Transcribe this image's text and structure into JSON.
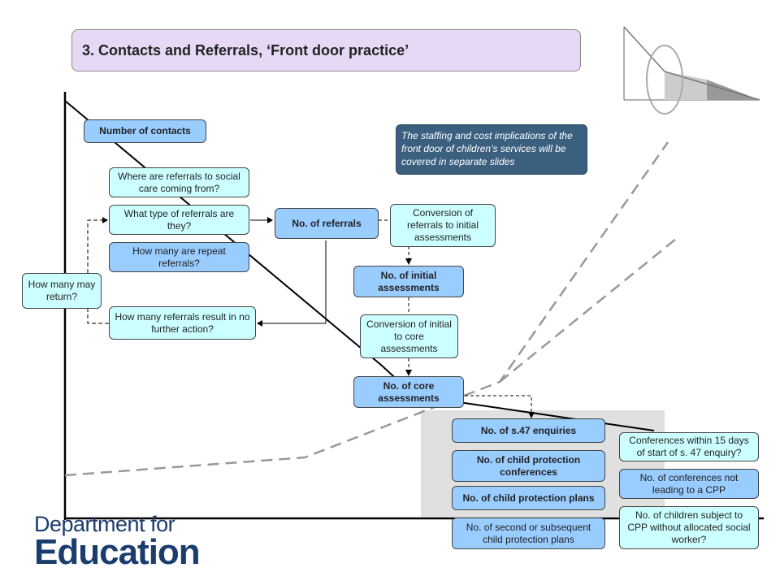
{
  "title": "3. Contacts and Referrals, ‘Front door practice’",
  "note": "The staffing and cost implications of the front door of children’s services will be covered in separate slides",
  "boxes": {
    "number_of_contacts": "Number of contacts",
    "where_referrals": "Where are referrals to social care coming from?",
    "what_type": "What type of referrals are they?",
    "repeat_referrals": "How many are repeat referrals?",
    "how_many_return": "How many may return?",
    "no_further_action": "How many referrals result in no further action?",
    "no_referrals": "No. of referrals",
    "conversion_initial": "Conversion of referrals to initial assessments",
    "no_initial": "No. of initial assessments",
    "conversion_core": "Conversion of initial to core assessments",
    "no_core": "No. of core assessments",
    "s47": "No. of s.47 enquiries",
    "cp_conferences": "No. of child protection conferences",
    "cp_plans": "No. of child protection plans",
    "second_cp_plans": "No. of second or subsequent child protection plans",
    "conferences_15": "Conferences within 15 days of start of s. 47 enquiry?",
    "conferences_not_cpp": "No. of conferences not leading to a CPP",
    "children_no_sw": "No. of children subject to CPP without allocated social worker?"
  },
  "logo": {
    "line1": "Department for",
    "line2": "Education",
    "color": "#1b3d6e"
  },
  "colors": {
    "title_bg": "#e5d9f5",
    "light_box": "#ccffff",
    "blue_box": "#99ccff",
    "note_bg": "#3a5f7f",
    "shade": "#e0e0e0"
  }
}
